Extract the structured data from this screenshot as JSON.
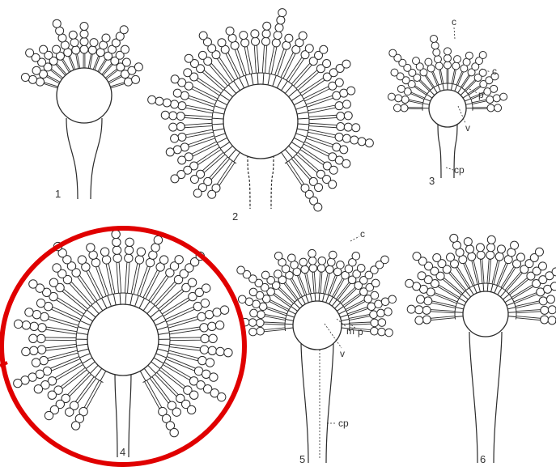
{
  "figure": {
    "panels": [
      {
        "id": "1",
        "number": "1",
        "labels": []
      },
      {
        "id": "2",
        "number": "2",
        "labels": []
      },
      {
        "id": "3",
        "number": "3",
        "labels": [
          "c",
          "c",
          "p",
          "v",
          "cp"
        ]
      },
      {
        "id": "4",
        "number": "4",
        "labels": []
      },
      {
        "id": "5",
        "number": "5",
        "labels": [
          "c",
          "m",
          "p",
          "v",
          "cp"
        ]
      },
      {
        "id": "6",
        "number": "6",
        "labels": []
      }
    ],
    "highlight": {
      "panel": "4",
      "color": "#e00000"
    },
    "ink_color": "#2a2a2a"
  }
}
